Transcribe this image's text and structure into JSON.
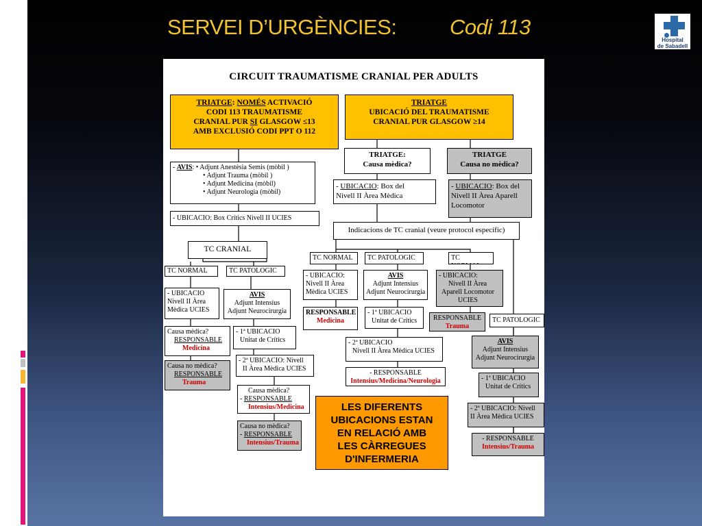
{
  "header": {
    "title": "SERVEI  D’URGÈNCIES:",
    "code": "Codi 113"
  },
  "logo": {
    "line1": "Hospital",
    "line2": "de Sabadell"
  },
  "diagram": {
    "title": "CIRCUIT TRAUMATISME CRANIAL PER ADULTS",
    "triage_left": {
      "label": "TRIATGE",
      "only": "NOMÉS",
      "activation": "ACTIVACIÓ",
      "line2": "CODI 113 TRAUMATISME",
      "line3a": "CRANIAL PUR",
      "si": "SI",
      "line3b": "GLASGOW  ≤13",
      "line4": "AMB EXCLUSIÓ CODI PPT O 112"
    },
    "triage_right": {
      "line1": "TRIATGE",
      "line2": "UBICACIÓ DEL TRAUMATISME",
      "line3": "CRANIAL PUR GLASGOW ≥14"
    },
    "avis": {
      "label": "AVIS",
      "items": [
        "Adjunt Anestèsia Semis (mòbil )",
        "Adjunt Trauma (mòbil )",
        "Adjunt Medicina (mòbil)",
        "Adjunt Neurologia (mòbil)"
      ]
    },
    "triage_medical": {
      "line1": "TRIATGE:",
      "line2": "Causa mèdica?"
    },
    "triage_nonmedical": {
      "line1": "TRIATGE",
      "line2": "Causa no mèdica?"
    },
    "loc_medical": {
      "label": "UBICACIO",
      "line1": "Box del",
      "line2": "Nivell II Àrea Mèdica"
    },
    "loc_nonmedical": {
      "label": "UBICACIO",
      "line1": "Box del",
      "line2": "Nivell II Àrea Aparell",
      "line3": "Locomotor"
    },
    "loc_critics": {
      "label": "UBICACIO",
      "text": "Box Crítics Nivell II UCIES"
    },
    "indications": "Indicacions de TC cranial (veure protocol específic)",
    "tc_cranial": "TC CRANIAL",
    "tc_normal": "TC NORMAL",
    "tc_patologic": "TC PATOLOGIC",
    "left": {
      "loc_normal": {
        "line1": "- UBICACIO",
        "line2": "Nivell II Àrea",
        "line3": "Mèdica UCIES"
      },
      "avis": {
        "title": "AVIS",
        "line1": "Adjunt Intensius",
        "line2": "Adjunt Neurocirurgia"
      },
      "causa_medica": {
        "line1": "Causa mèdica?",
        "label": "RESPONSABLE",
        "value": "Medicina"
      },
      "causa_no_medica": {
        "line1": "Causa no mèdica?",
        "label": "RESPONSABLE",
        "value": "Trauma"
      },
      "first_loc": {
        "line1": "- 1ª UBICACIO",
        "line2": "Unitat de Crítics"
      },
      "second_loc": {
        "line1": "- 2ª UBICACIO: Nivell",
        "line2": "II Àrea Mèdica UCIES"
      },
      "medica_resp": {
        "line1": "Causa mèdica?",
        "label": "RESPONSABLE",
        "value": "Intensius/Medicina"
      },
      "no_medica_resp": {
        "line1": "Causa no mèdica?",
        "label": "RESPONSABLE",
        "value": "Intensius/Trauma"
      }
    },
    "middle": {
      "loc_normal": {
        "line1": "- UBICACIO:",
        "line2": "Nivell II Àrea",
        "line3": "Mèdica UCIES"
      },
      "resp_normal": {
        "label": "RESPONSABLE",
        "value": "Medicina"
      },
      "avis": {
        "title": "AVIS",
        "line1": "Adjunt Intensius",
        "line2": "Adjunt Neurocirurgia"
      },
      "first_loc": {
        "line1": "- 1ª UBICACIO",
        "line2": "Unitat  de Crítics"
      },
      "second_loc": {
        "line1": "- 2ª  UBICACIO",
        "line2": "Nivell II Àrea Mèdica UCIES"
      },
      "resp": {
        "label": "- RESPONSABLE",
        "value": "Intensius/Medicina/Neurologia"
      }
    },
    "right": {
      "loc_normal": {
        "line1": "- UBICACIO:",
        "line2": "Nivell II Àrea",
        "line3": "Aparell Locomotor",
        "line4": "UCIES"
      },
      "resp_normal": {
        "label": "RESPONSABLE",
        "value": "Trauma"
      },
      "avis": {
        "title": "AVIS",
        "line1": "Adjunt Intensius",
        "line2": "Adjunt Neurocirurgia"
      },
      "first_loc": {
        "line1": "- 1ª UBICACIO",
        "line2": "Unitat de Crítics"
      },
      "second_loc": {
        "line1": "- 2ª  UBICACIO: Nivell",
        "line2": "II Àrea Mèdica UCIES"
      },
      "resp": {
        "label": "- RESPONSABLE",
        "value": "Intensius/Trauma"
      }
    },
    "note": {
      "line1": "LES DIFERENTS",
      "line2": "UBICACIONS ESTAN",
      "line3": "EN RELACIÓ AMB",
      "line4": "LES CÀRREGUES",
      "line5": "D'INFERMERIA"
    }
  },
  "colors": {
    "title": "#f2c230",
    "yellow": "#ffc000",
    "gray": "#c0c0c0",
    "orange": "#ff9900",
    "red": "#d00000"
  }
}
